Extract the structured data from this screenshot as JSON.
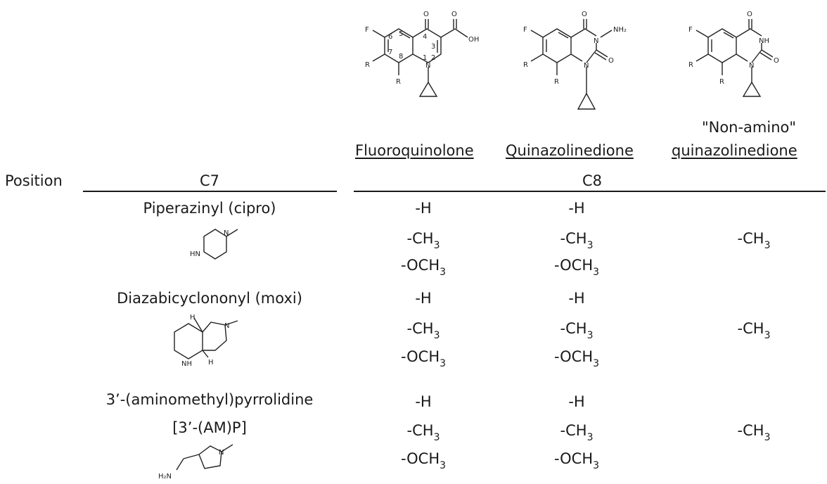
{
  "scaffolds": {
    "fluoroquinolone": {
      "name": "Fluoroquinolone",
      "atoms": {
        "O_top": "O",
        "O_acid": "O",
        "OH": "OH",
        "F": "F",
        "R7": "R",
        "R8": "R",
        "N": "N",
        "n6": "6",
        "n5": "5",
        "n4": "4",
        "n3": "3",
        "n2": "2",
        "n1": "1",
        "n7": "7",
        "n8": "8"
      }
    },
    "quinazolinedione": {
      "name": "Quinazolinedione",
      "atoms": {
        "O_top": "O",
        "NH2": "NH₂",
        "N3": "N",
        "F": "F",
        "R7": "R",
        "R8": "R",
        "N1": "N",
        "O2": "O"
      }
    },
    "non_amino": {
      "name_line1": "\"Non-amino\"",
      "name_line2": "quinazolinedione",
      "atoms": {
        "O_top": "O",
        "NH": "NH",
        "F": "F",
        "R7": "R",
        "R8": "R",
        "N1": "N",
        "O2": "O"
      }
    }
  },
  "table": {
    "position_label": "Position",
    "col_c7": "C7",
    "col_c8": "C8",
    "groups": [
      {
        "name_lines": [
          "Piperazinyl (cipro)"
        ],
        "structure_labels": {
          "HN": "HN",
          "N": "N"
        },
        "fluoroquinolone": [
          "-H",
          "-CH",
          "-OCH"
        ],
        "quinazolinedione": [
          "-H",
          "-CH",
          "-OCH"
        ],
        "non_amino": [
          "-CH"
        ],
        "subscript": "3"
      },
      {
        "name_lines": [
          "Diazabicyclononyl (moxi)"
        ],
        "structure_labels": {
          "H1": "H",
          "H2": "H",
          "NH": "NH",
          "N": "N"
        },
        "fluoroquinolone": [
          "-H",
          "-CH",
          "-OCH"
        ],
        "quinazolinedione": [
          "-H",
          "-CH",
          "-OCH"
        ],
        "non_amino": [
          "-CH"
        ],
        "subscript": "3"
      },
      {
        "name_lines": [
          "3’-(aminomethyl)pyrrolidine",
          "[3’-(AM)P]"
        ],
        "structure_labels": {
          "H2N": "H₂N",
          "N": "N"
        },
        "fluoroquinolone": [
          "-H",
          "-CH",
          "-OCH"
        ],
        "quinazolinedione": [
          "-H",
          "-CH",
          "-OCH"
        ],
        "non_amino": [
          "-CH"
        ],
        "subscript": "3"
      }
    ]
  }
}
